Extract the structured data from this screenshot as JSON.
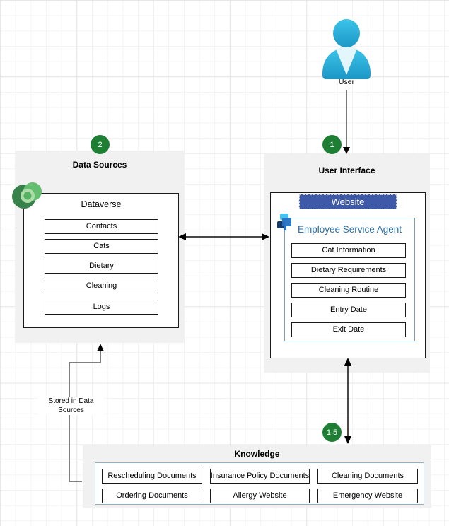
{
  "user": {
    "label": "User"
  },
  "badges": {
    "step1": "1",
    "step2": "2",
    "step15": "1.5"
  },
  "data_sources": {
    "title": "Data Sources",
    "dataverse": {
      "title": "Dataverse",
      "items": [
        "Contacts",
        "Cats",
        "Dietary",
        "Cleaning",
        "Logs"
      ]
    }
  },
  "user_interface": {
    "title": "User Interface",
    "website_label": "Website",
    "agent": {
      "title": "Employee Service Agent",
      "items": [
        "Cat Information",
        "Dietary Requirements",
        "Cleaning Routine",
        "Entry Date",
        "Exit Date"
      ]
    }
  },
  "knowledge": {
    "title": "Knowledge",
    "items": [
      "Rescheduling Documents",
      "Insurance Policy Documents",
      "Cleaning Documents",
      "Ordering Documents",
      "Allergy Website",
      "Emergency Website"
    ]
  },
  "connectors": {
    "stored_label": "Stored in Data Sources"
  },
  "colors": {
    "badge_green": "#1e7e34",
    "website_blue": "#3d59a8",
    "agent_text_blue": "#2b6ea5",
    "agent_border_blue": "#76a0bc",
    "knowledge_border_blue": "#92b1c6",
    "user_icon_cyan": "#29b4de"
  }
}
